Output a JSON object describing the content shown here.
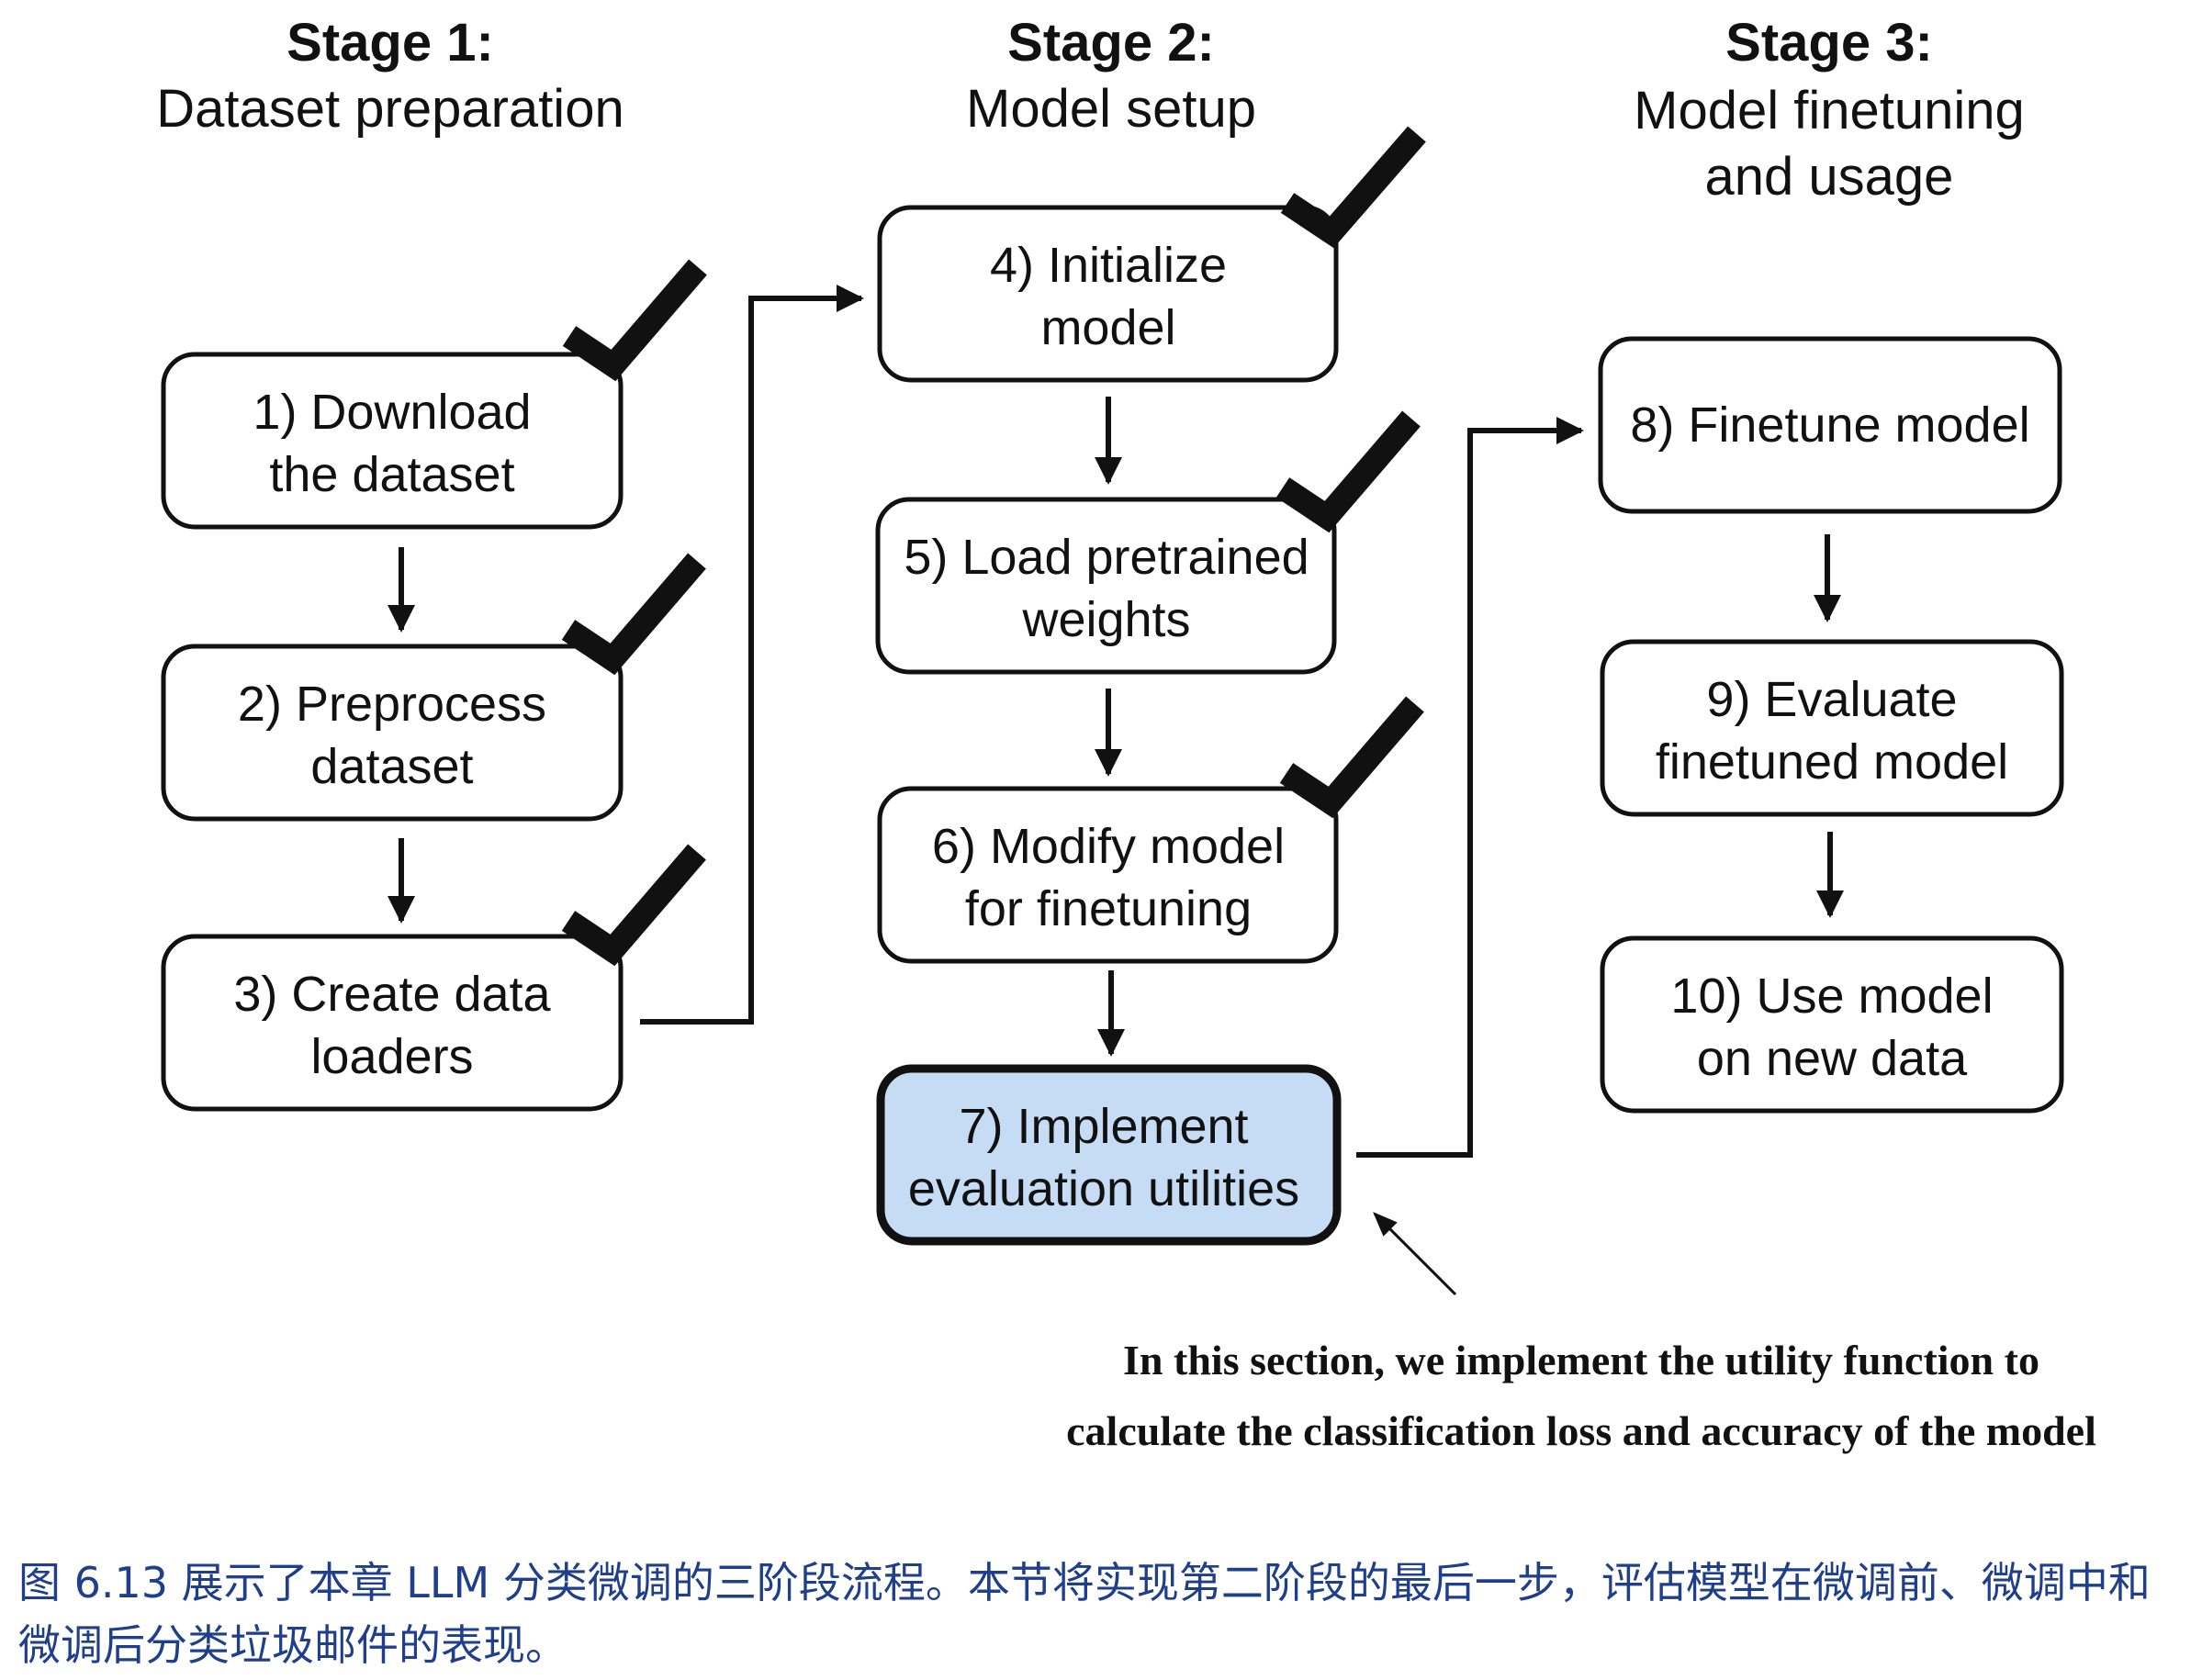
{
  "stages": [
    {
      "title": "Stage 1:",
      "subtitle": [
        "Dataset preparation"
      ]
    },
    {
      "title": "Stage 2:",
      "subtitle": [
        "Model setup"
      ]
    },
    {
      "title": "Stage 3:",
      "subtitle": [
        "Model finetuning",
        "and usage"
      ]
    }
  ],
  "steps": [
    {
      "lines": [
        "1) Download",
        "the dataset"
      ],
      "done": true
    },
    {
      "lines": [
        "2) Preprocess",
        "dataset"
      ],
      "done": true
    },
    {
      "lines": [
        "3) Create data",
        "loaders"
      ],
      "done": true
    },
    {
      "lines": [
        "4) Initialize",
        "model"
      ],
      "done": true
    },
    {
      "lines": [
        "5) Load pretrained",
        "weights"
      ],
      "done": true
    },
    {
      "lines": [
        "6) Modify model",
        "for finetuning"
      ],
      "done": true
    },
    {
      "lines": [
        "7) Implement",
        "evaluation utilities"
      ],
      "done": false,
      "highlight": true
    },
    {
      "lines": [
        "8) Finetune model"
      ],
      "done": false
    },
    {
      "lines": [
        "9) Evaluate",
        "finetuned model"
      ],
      "done": false
    },
    {
      "lines": [
        "10) Use model",
        "on new data"
      ],
      "done": false
    }
  ],
  "annotation": {
    "lines": [
      "In this section, we implement the utility function to",
      "calculate the classification loss and accuracy of the model"
    ]
  },
  "caption": "图 6.13 展示了本章 LLM 分类微调的三阶段流程。本节将实现第二阶段的最后一步，评估模型在微调前、微调中和微调后分类垃圾邮件的表现。",
  "colors": {
    "highlight_fill": "#c6dcf5",
    "caption_text": "#1f3f8c",
    "ink": "#111111"
  }
}
